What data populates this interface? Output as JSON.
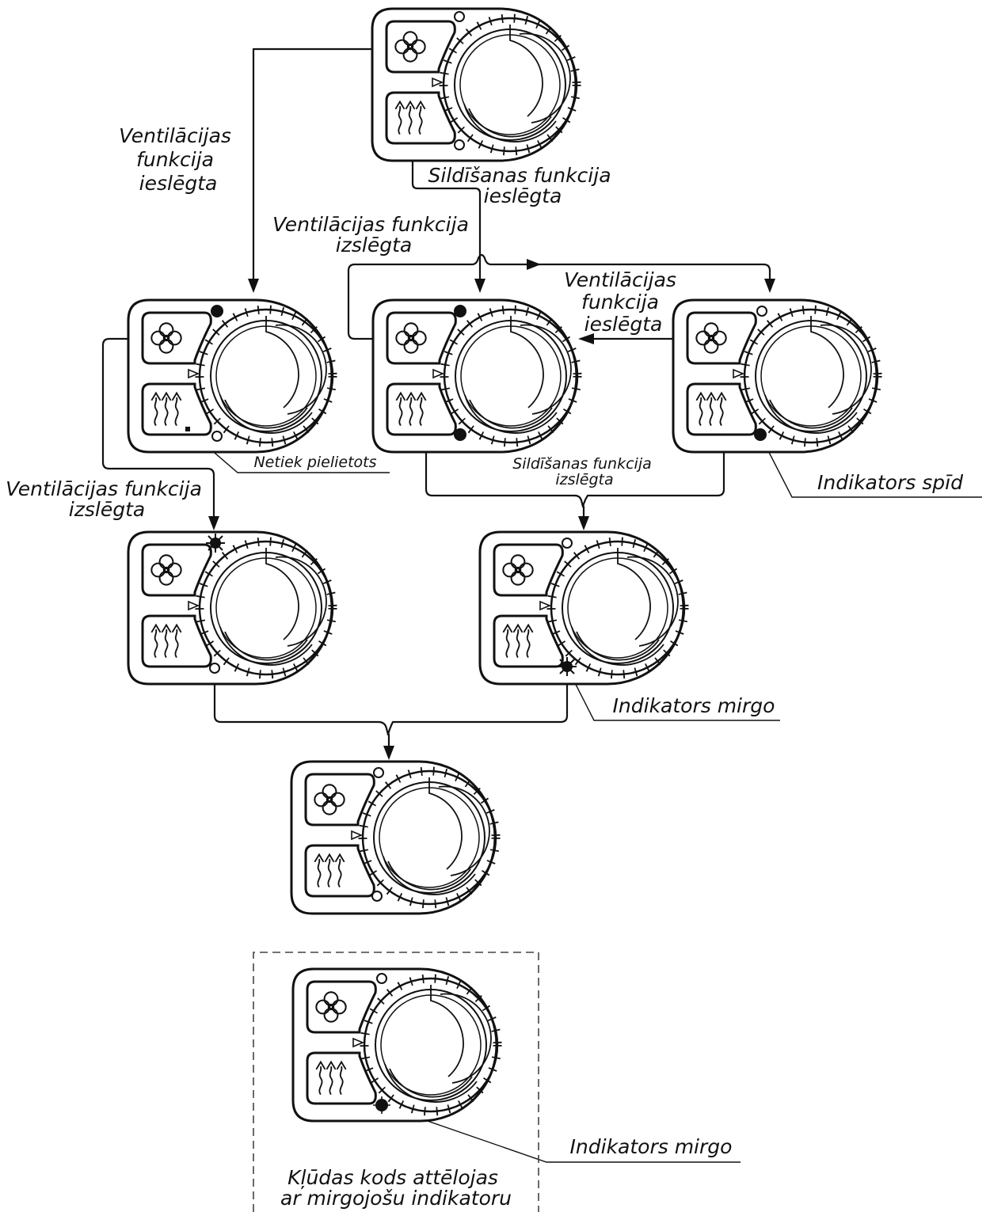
{
  "labels": {
    "vent_on_left": [
      "Ventilācijas",
      "funkcija",
      "ieslēgta"
    ],
    "heat_on_top": [
      "Sildīšanas funkcija",
      "ieslēgta"
    ],
    "vent_off_mid": [
      "Ventilācijas funkcija",
      "izslēgta"
    ],
    "vent_on_right": [
      "Ventilācijas",
      "funkcija",
      "ieslēgta"
    ],
    "not_used": "Netiek pielietots",
    "heat_off": [
      "Sildīšanas funkcija",
      "izslēgta"
    ],
    "indicator_on": "Indikators spīd",
    "vent_off_left": [
      "Ventilācijas funkcija",
      "izslēgta"
    ],
    "indicator_blinks_1": "Indikators mirgo",
    "indicator_blinks_2": "Indikators mirgo",
    "error_code": [
      "Kļūdas kods attēlojas",
      "ar mirgojošu indikatoru"
    ]
  },
  "panels": [
    {
      "id": "top",
      "top_led": "off",
      "bottom_led": "off",
      "fan_on": true
    },
    {
      "id": "left",
      "top_led": "on",
      "bottom_led": "off",
      "fan_on": false
    },
    {
      "id": "center",
      "top_led": "on",
      "bottom_led": "on",
      "fan_on": true
    },
    {
      "id": "right",
      "top_led": "off",
      "bottom_led": "on",
      "fan_on": true
    },
    {
      "id": "lower-left",
      "top_led": "blink",
      "bottom_led": "off",
      "fan_on": false
    },
    {
      "id": "lower-right",
      "top_led": "off",
      "bottom_led": "blink",
      "fan_on": true
    },
    {
      "id": "bottom",
      "top_led": "off",
      "bottom_led": "off",
      "fan_on": false
    },
    {
      "id": "error",
      "top_led": "off",
      "bottom_led": "blink-dot",
      "fan_on": true
    }
  ],
  "colors": {
    "line": "#111111",
    "background": "#ffffff"
  }
}
